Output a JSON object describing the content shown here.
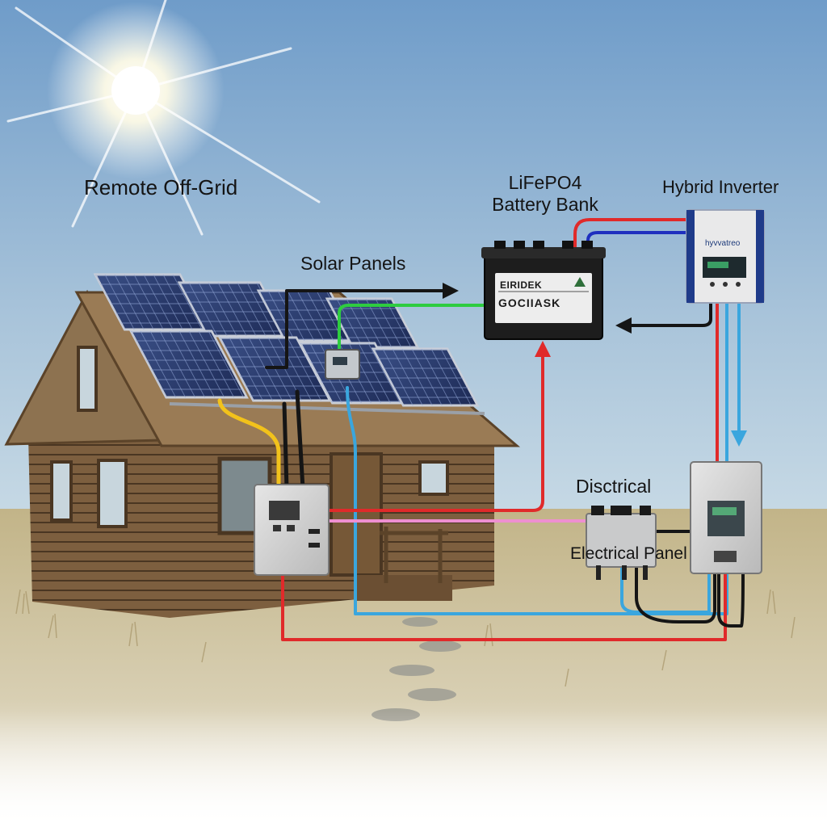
{
  "labels": {
    "title": "Remote Off-Grid",
    "solar_panels": "Solar Panels",
    "battery_line1": "LiFePO4",
    "battery_line2": "Battery Bank",
    "hybrid_inverter": "Hybrid Inverter",
    "disctrical": "Disctrical",
    "electrical_panel": "Electrical Panel"
  },
  "devices": {
    "battery_brand": "EIRIDEK",
    "battery_model": "GOCIIASK",
    "inverter_brand": "hyvvatreo"
  },
  "colors": {
    "sky_top": "#6f9cc9",
    "sky_horizon": "#c9dbe6",
    "grass": "#cbbd95",
    "wire_red": "#e02a2a",
    "wire_blue": "#3aa6de",
    "wire_black": "#151515",
    "wire_green": "#2ecc40",
    "wire_yellow": "#f2c21b",
    "wire_pink": "#ee8fd0",
    "wire_navy": "#1e2fbf"
  }
}
